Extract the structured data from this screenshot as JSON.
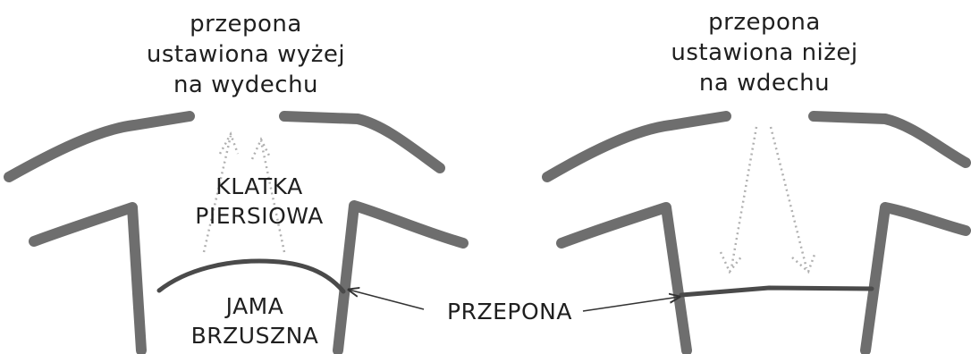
{
  "left_panel": {
    "caption_lines": [
      "przepona",
      "ustawiona wyżej",
      "na wydechu"
    ],
    "thorax_label_lines": [
      "KLATKA",
      "PIERSIOWA"
    ],
    "abdomen_label_lines": [
      "JAMA",
      "BRZUSZNA"
    ]
  },
  "right_panel": {
    "caption_lines": [
      "przepona",
      "ustawiona niżej",
      "na wdechu"
    ]
  },
  "diaphragm_label": "PRZEPONA",
  "colors": {
    "body_outline": "#6e6e6e",
    "diaphragm": "#4a4a4a",
    "arrow_dots": "#b0b0b0",
    "text": "#1f1f1f"
  }
}
